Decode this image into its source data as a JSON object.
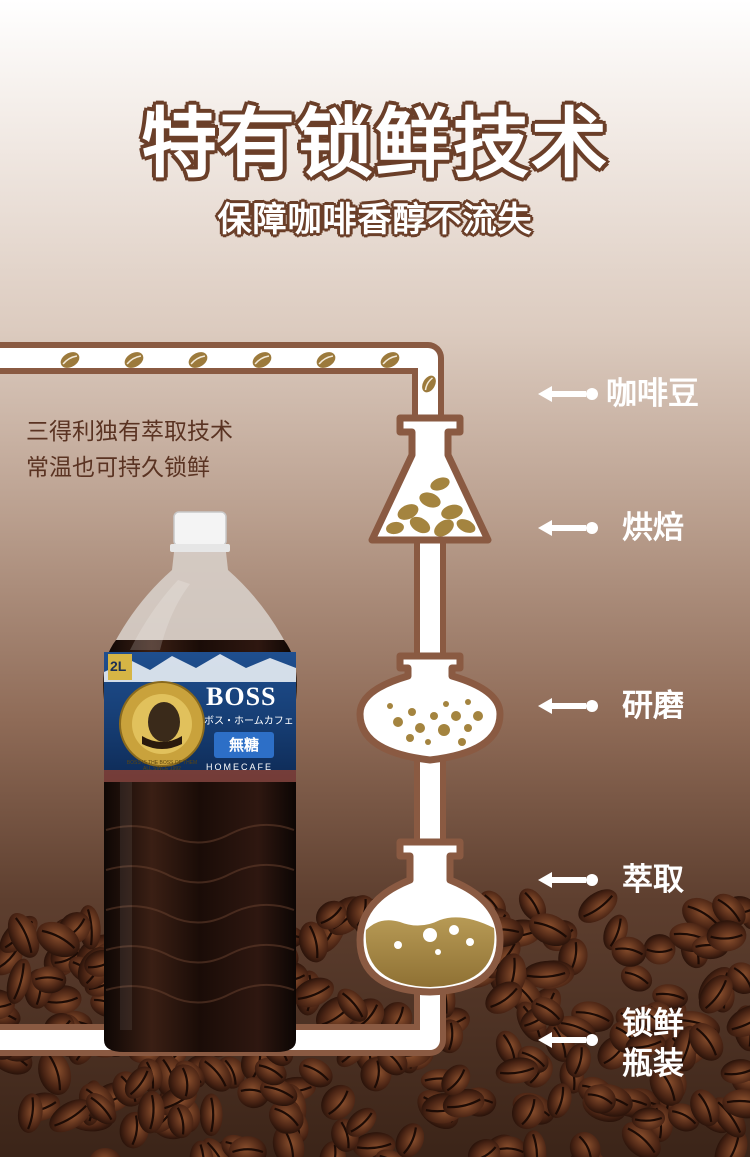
{
  "header": {
    "title": "特有锁鲜技术",
    "subtitle": "保障咖啡香醇不流失"
  },
  "description": {
    "line1": "三得利独有萃取技术",
    "line2": "常温也可持久锁鲜"
  },
  "process": {
    "steps": [
      {
        "label": "咖啡豆",
        "icon": "coffee-bean-icon"
      },
      {
        "label": "烘焙",
        "icon": "roasting-flask-icon"
      },
      {
        "label": "研磨",
        "icon": "grinding-flask-icon"
      },
      {
        "label": "萃取",
        "icon": "extraction-flask-icon"
      },
      {
        "label_line1": "锁鲜",
        "label_line2": "瓶装",
        "icon": "bottle-icon"
      }
    ]
  },
  "product": {
    "size_badge": "2L",
    "brand": "BOSS",
    "katakana": "ボス・ホームカフェ",
    "variant": "無糖",
    "line": "HOMECAFE",
    "seal_text": "BOSS IS THE BOSS OF THEM ALL SINCE 1992"
  },
  "colors": {
    "pipe": "#ffffff",
    "pipe_outline": "#8a5a42",
    "bean": "#9c7a3c",
    "title_outline": "#6b3f29"
  }
}
